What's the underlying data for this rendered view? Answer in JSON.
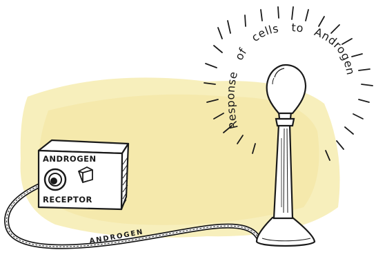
{
  "box": {
    "top_label": "ANDROGEN",
    "bottom_label": "RECEPTOR"
  },
  "cord": {
    "label": "ANDROGEN"
  },
  "lamp": {
    "caption_words": [
      "Response",
      "of",
      "cells",
      "to",
      "Androgen"
    ]
  },
  "colors": {
    "background_wash": "#f6ecb0",
    "ink": "#1a1a1a",
    "paper": "#ffffff"
  },
  "icons": [
    "control-box-icon",
    "dial-icon",
    "switch-icon",
    "cable-icon",
    "light-bulb-icon",
    "lamp-base-icon",
    "radiating-lines-icon"
  ]
}
